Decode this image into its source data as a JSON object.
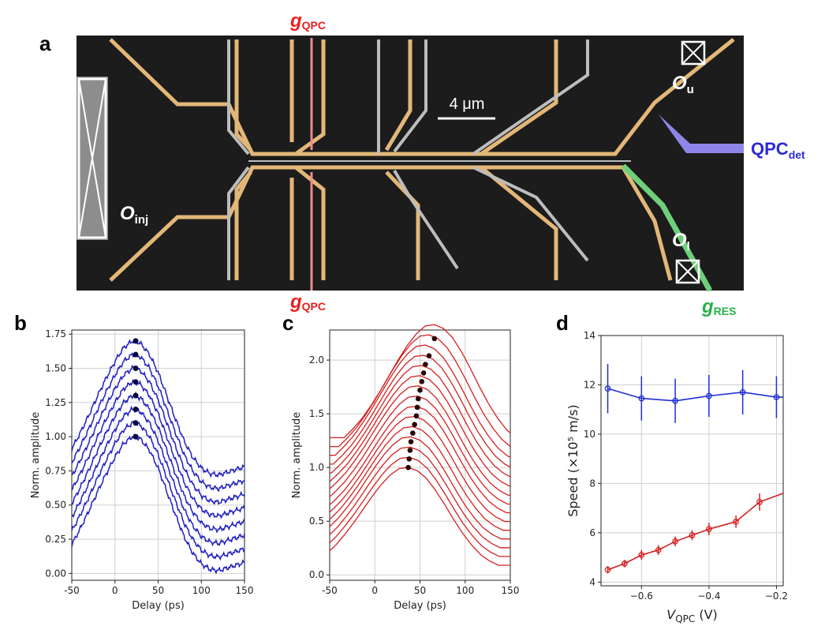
{
  "panels": {
    "a": "a",
    "b": "b",
    "c": "c",
    "d": "d"
  },
  "sem": {
    "label_gqpc_top": {
      "main": "g",
      "sub": "QPC"
    },
    "label_gqpc_bottom": {
      "main": "g",
      "sub": "QPC"
    },
    "label_ores": {
      "main": "g",
      "sub": "RES"
    },
    "label_qpcdet": {
      "main": "QPC",
      "sub": "det"
    },
    "label_oinj": {
      "main": "O",
      "sub": "inj"
    },
    "label_ou": {
      "main": "O",
      "sub": "u"
    },
    "label_ol": {
      "main": "O",
      "sub": "l"
    },
    "scale_bar": "4 μm",
    "colors": {
      "background": "#1b1b1b",
      "gate": "#e3b778",
      "qpc_gate": "#f08a8a",
      "det": "#8d86e8",
      "res": "#6fcf7a",
      "gray_gate": "#bdbdbd",
      "label_red": "#e82020",
      "label_blue": "#2a2ad8",
      "label_green": "#28b04a"
    }
  },
  "chart_data": [
    {
      "type": "line",
      "id": "b",
      "xlabel": "Delay (ps)",
      "ylabel": "Norm. amplitude",
      "xlim": [
        -50,
        150
      ],
      "ylim": [
        -0.05,
        1.78
      ],
      "xticks": [
        -50,
        0,
        50,
        100,
        150
      ],
      "yticks": [
        0.0,
        0.25,
        0.5,
        0.75,
        1.0,
        1.25,
        1.5,
        1.75
      ],
      "ytick_labels": [
        "0.00",
        "0.25",
        "0.50",
        "0.75",
        "1.00",
        "1.25",
        "1.50",
        "1.75"
      ],
      "grid": true,
      "color": "#1f1fbf",
      "peak_markers": {
        "x": [
          24,
          24,
          24,
          24,
          24,
          24,
          24,
          24
        ],
        "y": [
          1.0,
          1.1,
          1.2,
          1.3,
          1.4,
          1.5,
          1.6,
          1.7
        ]
      },
      "curve_shape": {
        "offsets": [
          0.0,
          0.1,
          0.2,
          0.3,
          0.4,
          0.5,
          0.6,
          0.7
        ],
        "x": [
          -50,
          -40,
          -30,
          -20,
          -10,
          0,
          10,
          20,
          24,
          30,
          40,
          50,
          60,
          70,
          80,
          90,
          100,
          110,
          120,
          130,
          140,
          150
        ],
        "y": [
          0.21,
          0.33,
          0.46,
          0.6,
          0.73,
          0.85,
          0.95,
          1.0,
          1.0,
          0.98,
          0.9,
          0.77,
          0.6,
          0.43,
          0.27,
          0.15,
          0.07,
          0.03,
          0.02,
          0.04,
          0.06,
          0.08
        ]
      }
    },
    {
      "type": "line",
      "id": "c",
      "xlabel": "Delay (ps)",
      "ylabel": "Norm. amplitude",
      "xlim": [
        -50,
        150
      ],
      "ylim": [
        -0.05,
        2.28
      ],
      "xticks": [
        -50,
        0,
        50,
        100,
        150
      ],
      "yticks": [
        0.0,
        0.5,
        1.0,
        1.5,
        2.0
      ],
      "ytick_labels": [
        "0.0",
        "0.5",
        "1.0",
        "1.5",
        "2.0"
      ],
      "grid": true,
      "color": "#d42020",
      "peak_markers": {
        "x": [
          37,
          38,
          39,
          40,
          42,
          44,
          46,
          47,
          48,
          50,
          52,
          54,
          56,
          60,
          66
        ],
        "y": [
          1.0,
          1.08,
          1.16,
          1.24,
          1.32,
          1.4,
          1.48,
          1.56,
          1.64,
          1.72,
          1.8,
          1.88,
          1.96,
          2.04,
          2.2
        ]
      },
      "curve_shape": {
        "offsets": [
          0.0,
          0.08,
          0.16,
          0.24,
          0.32,
          0.4,
          0.48,
          0.56,
          0.64,
          0.72,
          0.8,
          0.88,
          0.96,
          1.04,
          1.12
        ],
        "x": [
          -50,
          -40,
          -30,
          -20,
          -10,
          0,
          10,
          20,
          30,
          40,
          50,
          60,
          70,
          80,
          90,
          100,
          110,
          120,
          130,
          140,
          150
        ],
        "y_rel": [
          0.13,
          0.2,
          0.28,
          0.38,
          0.49,
          0.61,
          0.73,
          0.84,
          0.93,
          0.99,
          1.0,
          0.97,
          0.9,
          0.79,
          0.66,
          0.52,
          0.39,
          0.28,
          0.19,
          0.13,
          0.09
        ]
      }
    },
    {
      "type": "line",
      "id": "d",
      "xlabel": "V_QPC (V)",
      "xlabel_main": "V",
      "xlabel_sub": "QPC",
      "xlabel_unit": " (V)",
      "ylabel": "Speed (×10⁵ m/s)",
      "xlim": [
        -0.72,
        -0.18
      ],
      "ylim": [
        3.85,
        14.0
      ],
      "xticks": [
        -0.6,
        -0.4,
        -0.2
      ],
      "xtick_labels": [
        "−0.6",
        "−0.4",
        "−0.2"
      ],
      "yticks": [
        4,
        6,
        8,
        10,
        12,
        14
      ],
      "grid": true,
      "series": [
        {
          "color": "#1f2fd0",
          "x": [
            -0.7,
            -0.6,
            -0.5,
            -0.4,
            -0.3,
            -0.2,
            -0.18
          ],
          "y": [
            11.85,
            11.45,
            11.35,
            11.55,
            11.7,
            11.5,
            11.5
          ],
          "err": [
            1.0,
            0.9,
            0.9,
            0.85,
            0.9,
            0.85,
            0
          ]
        },
        {
          "color": "#d42020",
          "x": [
            -0.7,
            -0.65,
            -0.6,
            -0.55,
            -0.5,
            -0.45,
            -0.4,
            -0.32,
            -0.25,
            -0.18
          ],
          "y": [
            4.5,
            4.75,
            5.1,
            5.3,
            5.65,
            5.9,
            6.15,
            6.45,
            7.25,
            7.6
          ],
          "err": [
            0.15,
            0.15,
            0.2,
            0.2,
            0.2,
            0.2,
            0.25,
            0.25,
            0.35,
            0
          ]
        }
      ]
    }
  ]
}
